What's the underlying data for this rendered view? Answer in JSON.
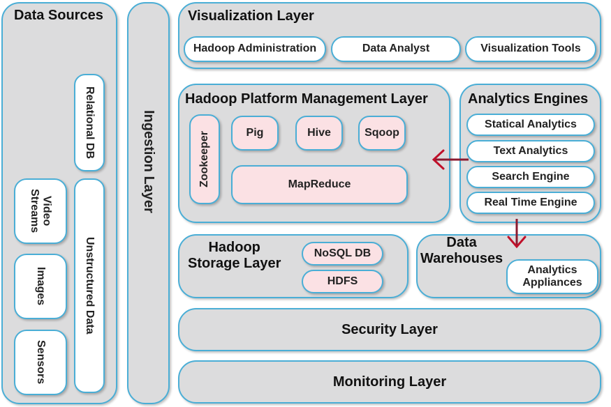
{
  "data_sources": {
    "title": "Data Sources",
    "items": {
      "relational_db": "Relational DB",
      "unstructured_data": "Unstructured Data",
      "video_streams": "Video\nStreams",
      "images": "Images",
      "sensors": "Sensors"
    }
  },
  "ingestion_layer": {
    "title": "Ingestion Layer"
  },
  "visualization_layer": {
    "title": "Visualization Layer",
    "items": [
      "Hadoop Administration",
      "Data Analyst",
      "Visualization Tools"
    ]
  },
  "platform_management": {
    "title": "Hadoop Platform Management Layer",
    "zookeeper": "Zookeeper",
    "tools": [
      "Pig",
      "Hive",
      "Sqoop"
    ],
    "mapreduce": "MapReduce"
  },
  "analytics_engines": {
    "title": "Analytics Engines",
    "items": [
      "Statical Analytics",
      "Text Analytics",
      "Search Engine",
      "Real Time Engine"
    ]
  },
  "storage_layer": {
    "title": "Hadoop\nStorage Layer",
    "items": [
      "NoSQL DB",
      "HDFS"
    ]
  },
  "data_warehouses": {
    "title": "Data\nWarehouses",
    "appliance": "Analytics\nAppliances"
  },
  "security_layer": {
    "title": "Security Layer"
  },
  "monitoring_layer": {
    "title": "Monitoring Layer"
  },
  "colors": {
    "box_fill": "#dcdcdd",
    "border": "#4aaed6",
    "pink_fill": "#fbe1e4",
    "arrow": "#c0102a"
  }
}
